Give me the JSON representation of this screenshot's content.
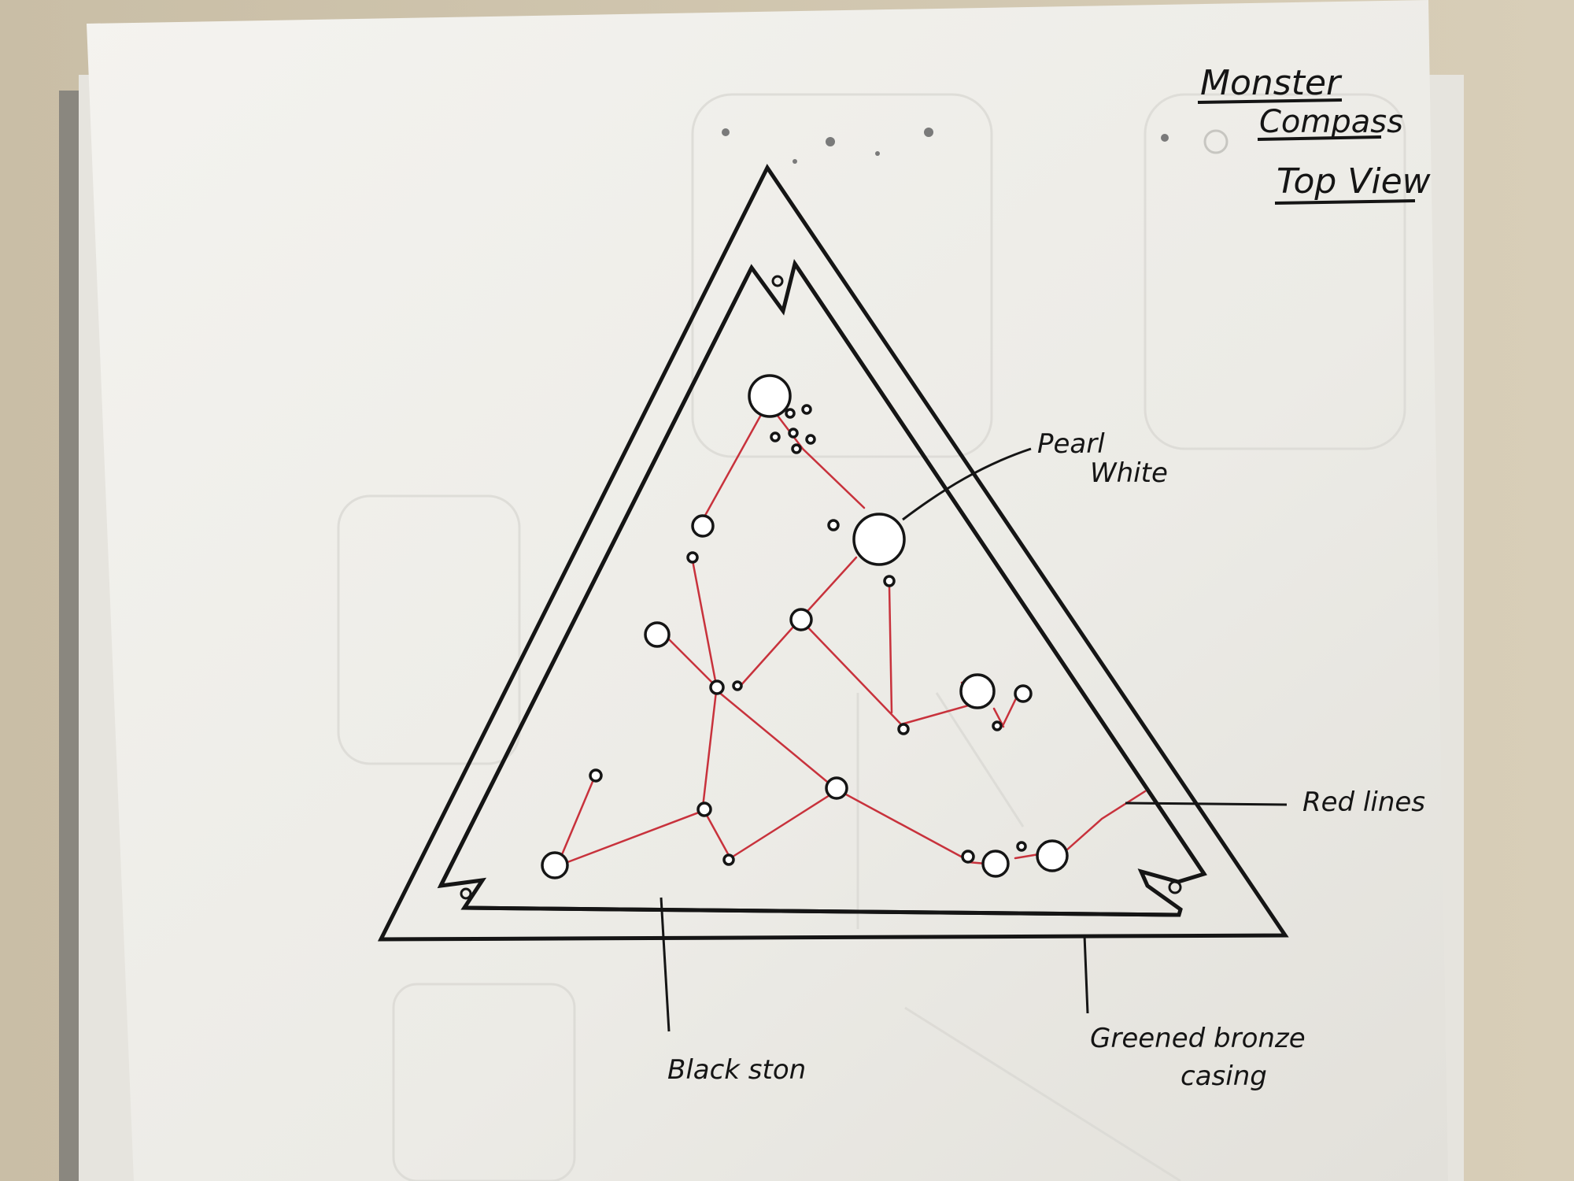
{
  "title": {
    "line1": "Monster",
    "line2": "Compass",
    "line3": "Top View"
  },
  "labels": {
    "pearl_line1": "Pearl",
    "pearl_line2": "White",
    "red_lines": "Red lines",
    "black_stone": "Black ston",
    "bronze_line1": "Greened bronze",
    "bronze_line2": "casing"
  },
  "colors": {
    "paper": "#f1f0ec",
    "ink": "#151515",
    "red_ink": "#c8323c",
    "background_wood": "#cfc4ad"
  }
}
